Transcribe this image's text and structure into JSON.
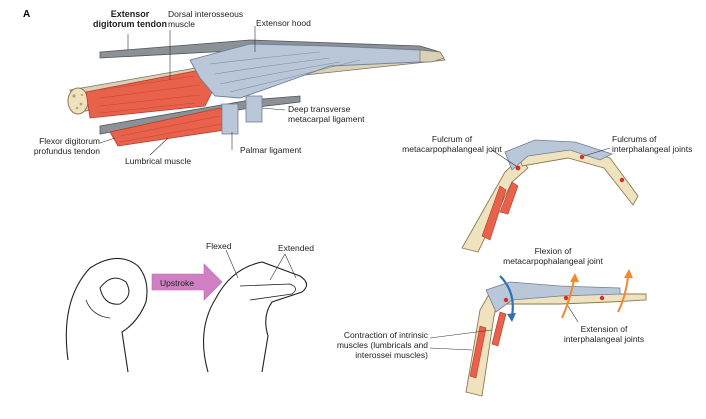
{
  "panel_letter": "A",
  "colors": {
    "bone": "#efe3bf",
    "bone_edge": "#8e7a4e",
    "muscle": "#e8614a",
    "muscle_dark": "#b83a2a",
    "tendon": "#b9c7d8",
    "tendon_edge": "#6e7f95",
    "arrow_orange": "#f08a30",
    "arrow_blue": "#2f6fb5",
    "arrow_purple": "#b24aa8",
    "skin": "#ffffff"
  },
  "labels": {
    "extensor_tendon": "Extensor\ndigitorum tendon",
    "dorsal_interosseous": "Dorsal interosseous\nmuscle",
    "extensor_hood": "Extensor hood",
    "deep_transverse": "Deep transverse\nmetacarpal ligament",
    "palmar_ligament": "Palmar ligament",
    "flexor_profundus": "Flexor digitorum\nprofundus tendon",
    "lumbrical": "Lumbrical muscle",
    "fulcrum_mcp": "Fulcrum of\nmetacarpophalangeal joint",
    "fulcrums_ip": "Fulcrums of\ninterphalangeal joints",
    "flexed": "Flexed",
    "extended": "Extended",
    "upstroke": "Upstroke",
    "flexion_mcp": "Flexion of\nmetacarpophalangeal joint",
    "extension_ip": "Extension of\ninterphalangeal joints",
    "contraction": "Contraction of intrinsic\nmuscles (lumbricals and\ninterossei muscles)"
  },
  "icons": {
    "upstroke_arrow": "arrow-right-icon",
    "flexion_arrow": "curved-arrow-icon",
    "extension_arrows": "curved-arrow-icon"
  }
}
